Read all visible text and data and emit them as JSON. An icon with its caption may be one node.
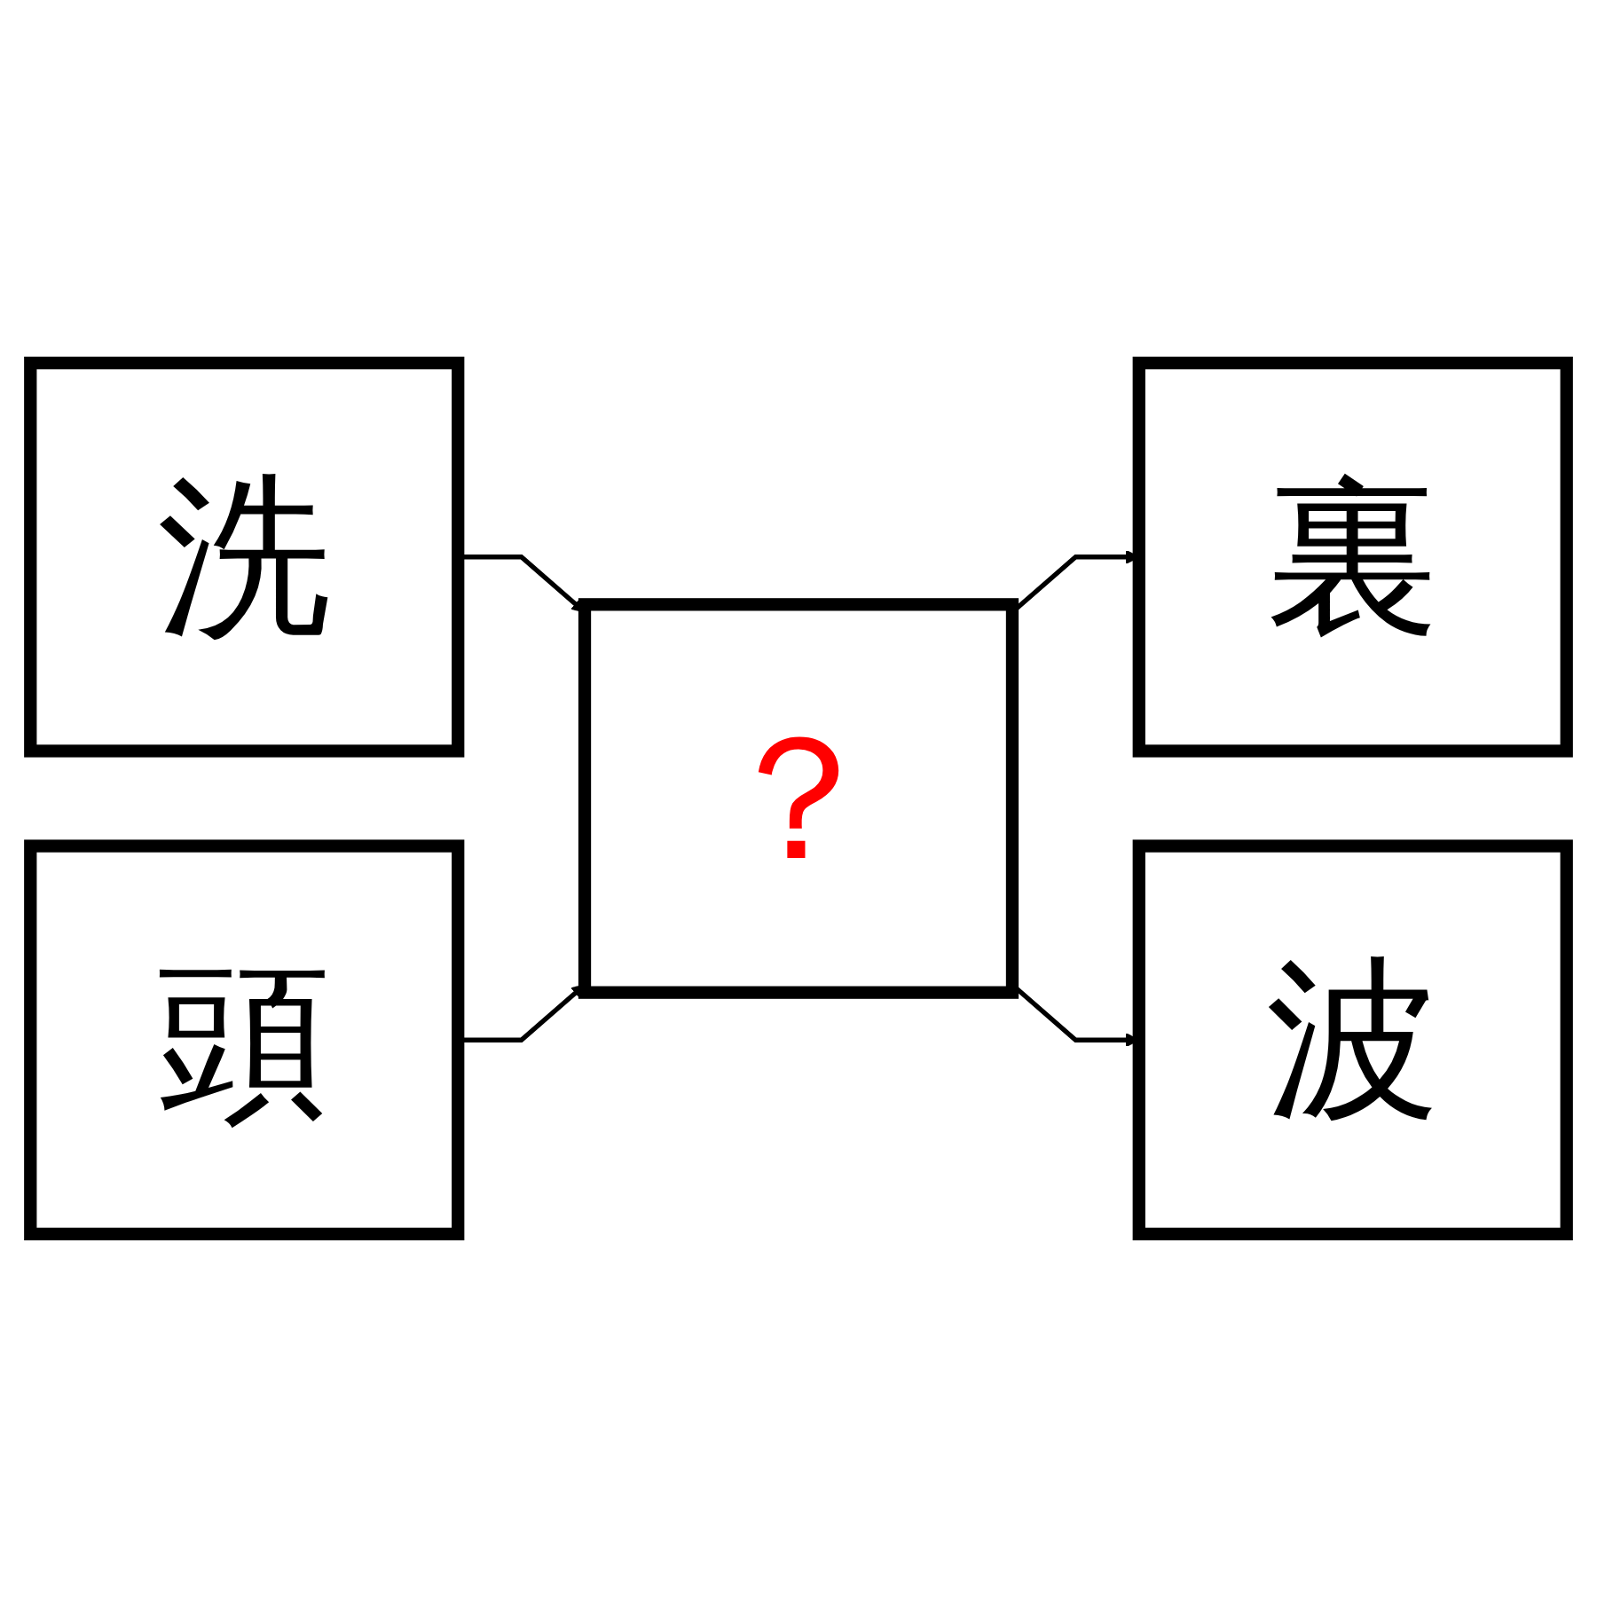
{
  "diagram": {
    "nodes": [
      {
        "text": [
          "洗"
        ]
      },
      {
        "text": [
          "頭"
        ]
      },
      {
        "text": [
          "？"
        ]
      },
      {
        "text": [
          "裏"
        ]
      },
      {
        "text": [
          "波"
        ]
      }
    ],
    "edges": [
      {
        "from": 0,
        "to": 2,
        "arrow": "to"
      },
      {
        "from": 1,
        "to": 2,
        "arrow": "to"
      },
      {
        "from": 2,
        "to": 3,
        "arrow": "to"
      },
      {
        "from": 2,
        "to": 4,
        "arrow": "to"
      }
    ]
  }
}
